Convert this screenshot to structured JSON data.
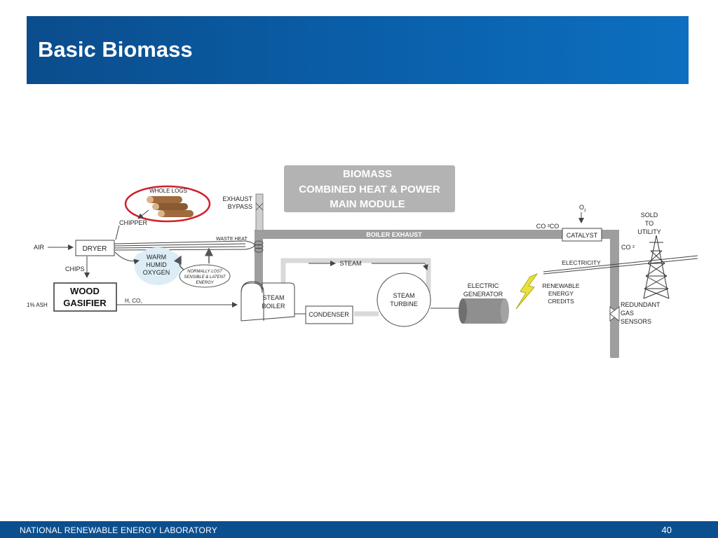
{
  "slide": {
    "title": "Basic Biomass",
    "footer_org": "NATIONAL RENEWABLE ENERGY LABORATORY",
    "page_number": "40"
  },
  "diagram": {
    "module_title_lines": [
      "BIOMASS",
      "COMBINED HEAT & POWER",
      "MAIN MODULE"
    ],
    "labels": {
      "whole_logs": "WHOLE LOGS",
      "chipper": "CHIPPER",
      "air": "AIR",
      "dryer": "DRYER",
      "chips": "CHIPS",
      "wood_gasifier_line1": "WOOD",
      "wood_gasifier_line2": "GASIFIER",
      "ash": "1% ASH",
      "gas": "H, CO,",
      "warm": "WARM",
      "humid": "HUMID",
      "oxygen": "OXYGEN",
      "normally_lost_1": "NORMALLY LOST",
      "normally_lost_2": "SENSIBLE & LATENT",
      "normally_lost_3": "ENERGY",
      "exhaust": "EXHAUST",
      "bypass": "BYPASS",
      "waste_heat": "WASTE HEAT",
      "boiler_exhaust": "BOILER EXHAUST",
      "steam": "STEAM",
      "steam_boiler_1": "STEAM",
      "steam_boiler_2": "BOILER",
      "condenser": "CONDENSER",
      "steam_turbine_1": "STEAM",
      "steam_turbine_2": "TURBINE",
      "electric": "ELECTRIC",
      "generator": "GENERATOR",
      "renewable": "RENEWABLE",
      "energy": "ENERGY",
      "credits": "CREDITS",
      "electricity": "ELECTRICITY",
      "co2co": "CO ²CO",
      "o2": "O",
      "o2_sub": "2",
      "catalyst": "CATALYST",
      "co2": "CO ²",
      "sold": "SOLD",
      "to": "TO",
      "utility": "UTILITY",
      "redundant": "REDUNDANT",
      "gas_word": "GAS",
      "sensors": "SENSORS"
    },
    "colors": {
      "pipe": "#9e9e9e",
      "module_box": "#b3b3b3",
      "highlight_circle": "#d0202a",
      "log": "#a06a3c",
      "lightning": "#e8e13a",
      "cloud": "#d9ecf6"
    }
  }
}
